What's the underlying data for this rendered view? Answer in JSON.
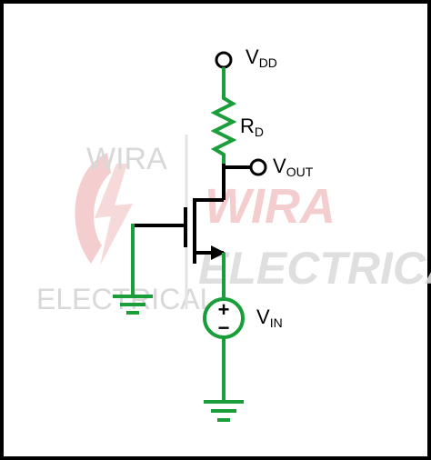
{
  "diagram": {
    "title": "",
    "labels": {
      "vdd": {
        "main": "V",
        "sub": "DD"
      },
      "rd": {
        "main": "R",
        "sub": "D"
      },
      "vout": {
        "main": "V",
        "sub": "OUT"
      },
      "vin": {
        "main": "V",
        "sub": "IN"
      },
      "plus": "+",
      "minus": "−"
    },
    "watermark": {
      "line1": "WIRA",
      "line2": "ELECTRICAL"
    },
    "colors": {
      "wire_black": "#000000",
      "wire_green": "#1a9e3a",
      "watermark_gray": "#cfcfcf",
      "watermark_red": "#f3c9c9",
      "border": "#000000"
    },
    "components": [
      "vdd-terminal",
      "drain-resistor",
      "vout-terminal",
      "nmos-transistor",
      "gate-ground",
      "input-voltage-source",
      "source-ground"
    ]
  }
}
